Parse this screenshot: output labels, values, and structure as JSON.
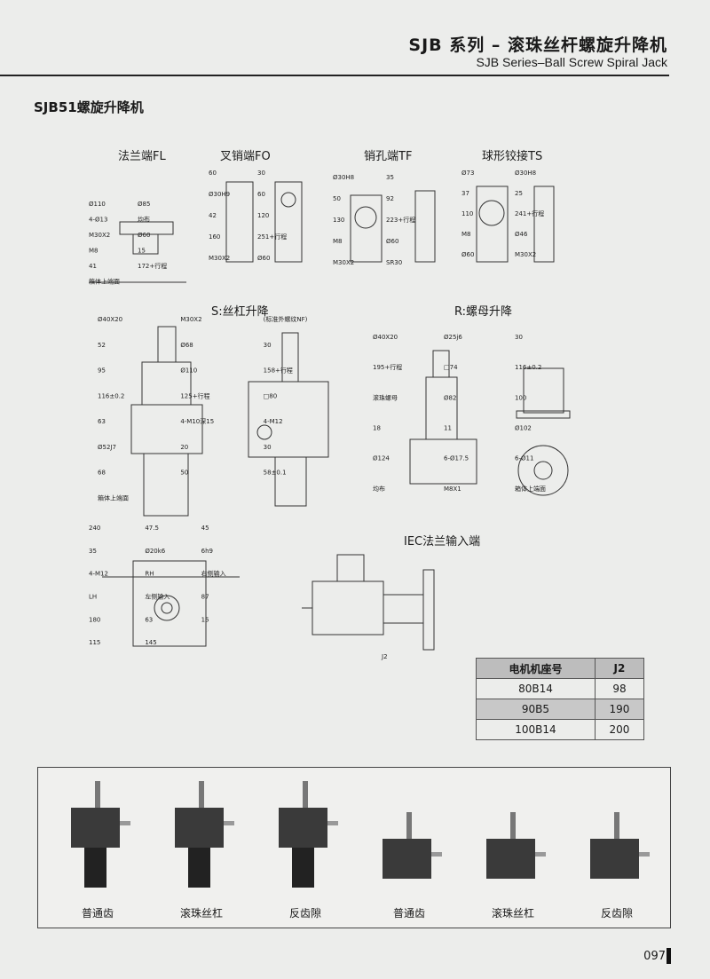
{
  "header": {
    "title_cn": "SJB 系列 – 滚珠丝杆螺旋升降机",
    "title_en": "SJB Series–Ball Screw Spiral Jack"
  },
  "page_title": "SJB51螺旋升降机",
  "end_types": [
    {
      "label": "法兰端FL"
    },
    {
      "label": "叉销端FO"
    },
    {
      "label": "销孔端TF"
    },
    {
      "label": "球形铰接TS"
    }
  ],
  "sections": {
    "s": "S:丝杠升降",
    "r": "R:螺母升降",
    "iec": "IEC法兰输入端"
  },
  "dims": {
    "fl": [
      "Ø110",
      "Ø85",
      "4-Ø13",
      "均布",
      "M30X2",
      "Ø60",
      "M8",
      "15",
      "41",
      "172+行程",
      "箱体上端面"
    ],
    "fo": [
      "60",
      "30",
      "Ø30H9",
      "60",
      "42",
      "120",
      "160",
      "251+行程",
      "M30X2",
      "Ø60"
    ],
    "tf": [
      "Ø30H8",
      "35",
      "50",
      "92",
      "130",
      "223+行程",
      "M8",
      "Ø60",
      "M30X2",
      "SR30"
    ],
    "ts": [
      "Ø73",
      "Ø30H8",
      "37",
      "25",
      "110",
      "241+行程",
      "M8",
      "Ø46",
      "Ø60",
      "M30X2"
    ],
    "s": [
      "Ø40X20",
      "M30X2",
      "(标准外螺纹NF)",
      "52",
      "Ø68",
      "30",
      "95",
      "Ø110",
      "158+行程",
      "116±0.2",
      "125+行程",
      "□80",
      "63",
      "4-M10深15",
      "4-M12",
      "Ø52J7",
      "20",
      "30",
      "68",
      "50",
      "58±0.1",
      "箱体上端面"
    ],
    "r": [
      "Ø40X20",
      "Ø25j6",
      "30",
      "195+行程",
      "□74",
      "116±0.2",
      "滚珠螺母",
      "Ø82",
      "100",
      "18",
      "11",
      "Ø102",
      "Ø124",
      "6-Ø17.5",
      "6-Ø11",
      "均布",
      "M8X1",
      "箱体上端面"
    ],
    "plan": [
      "240",
      "47.5",
      "45",
      "35",
      "Ø20k6",
      "6h9",
      "4-M12",
      "RH",
      "右侧输入",
      "LH",
      "左侧输入",
      "87",
      "180",
      "63",
      "15",
      "115",
      "145"
    ],
    "iec": [
      "J2"
    ]
  },
  "j2_table": {
    "headers": [
      "电机机座号",
      "J2"
    ],
    "rows": [
      [
        "80B14",
        "98"
      ],
      [
        "90B5",
        "190"
      ],
      [
        "100B14",
        "200"
      ]
    ]
  },
  "photos": [
    {
      "caption": "普通齿"
    },
    {
      "caption": "滚珠丝杠"
    },
    {
      "caption": "反齿隙"
    },
    {
      "caption": "普通齿"
    },
    {
      "caption": "滚珠丝杠"
    },
    {
      "caption": "反齿隙"
    }
  ],
  "page_number": "097"
}
